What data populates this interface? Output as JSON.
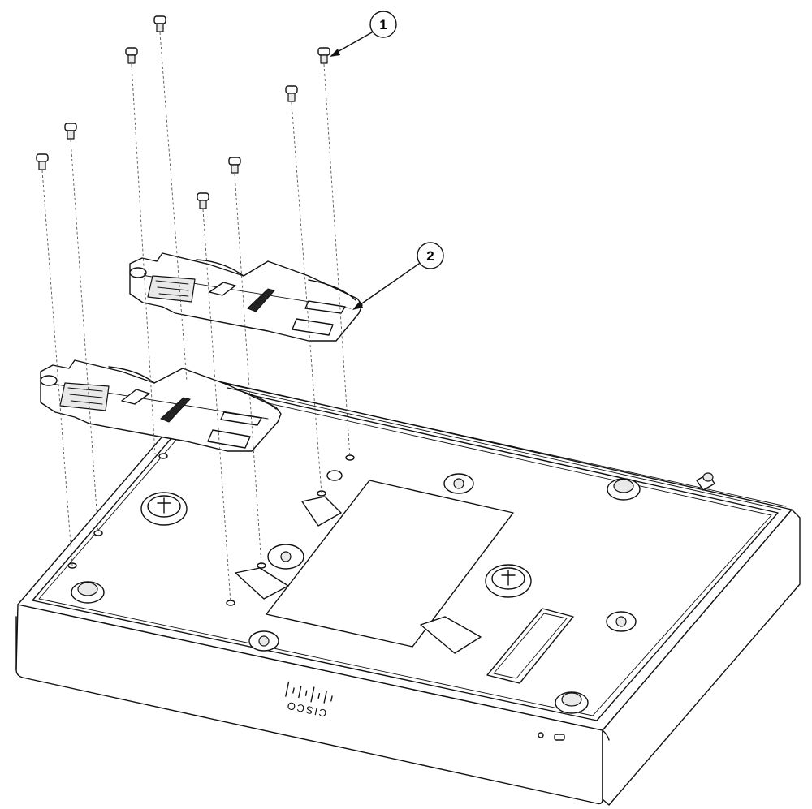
{
  "callouts": [
    {
      "number": "1",
      "target": "screw"
    },
    {
      "number": "2",
      "target": "din-rail-bracket"
    }
  ],
  "device": {
    "brand_logo": "CISCO"
  }
}
